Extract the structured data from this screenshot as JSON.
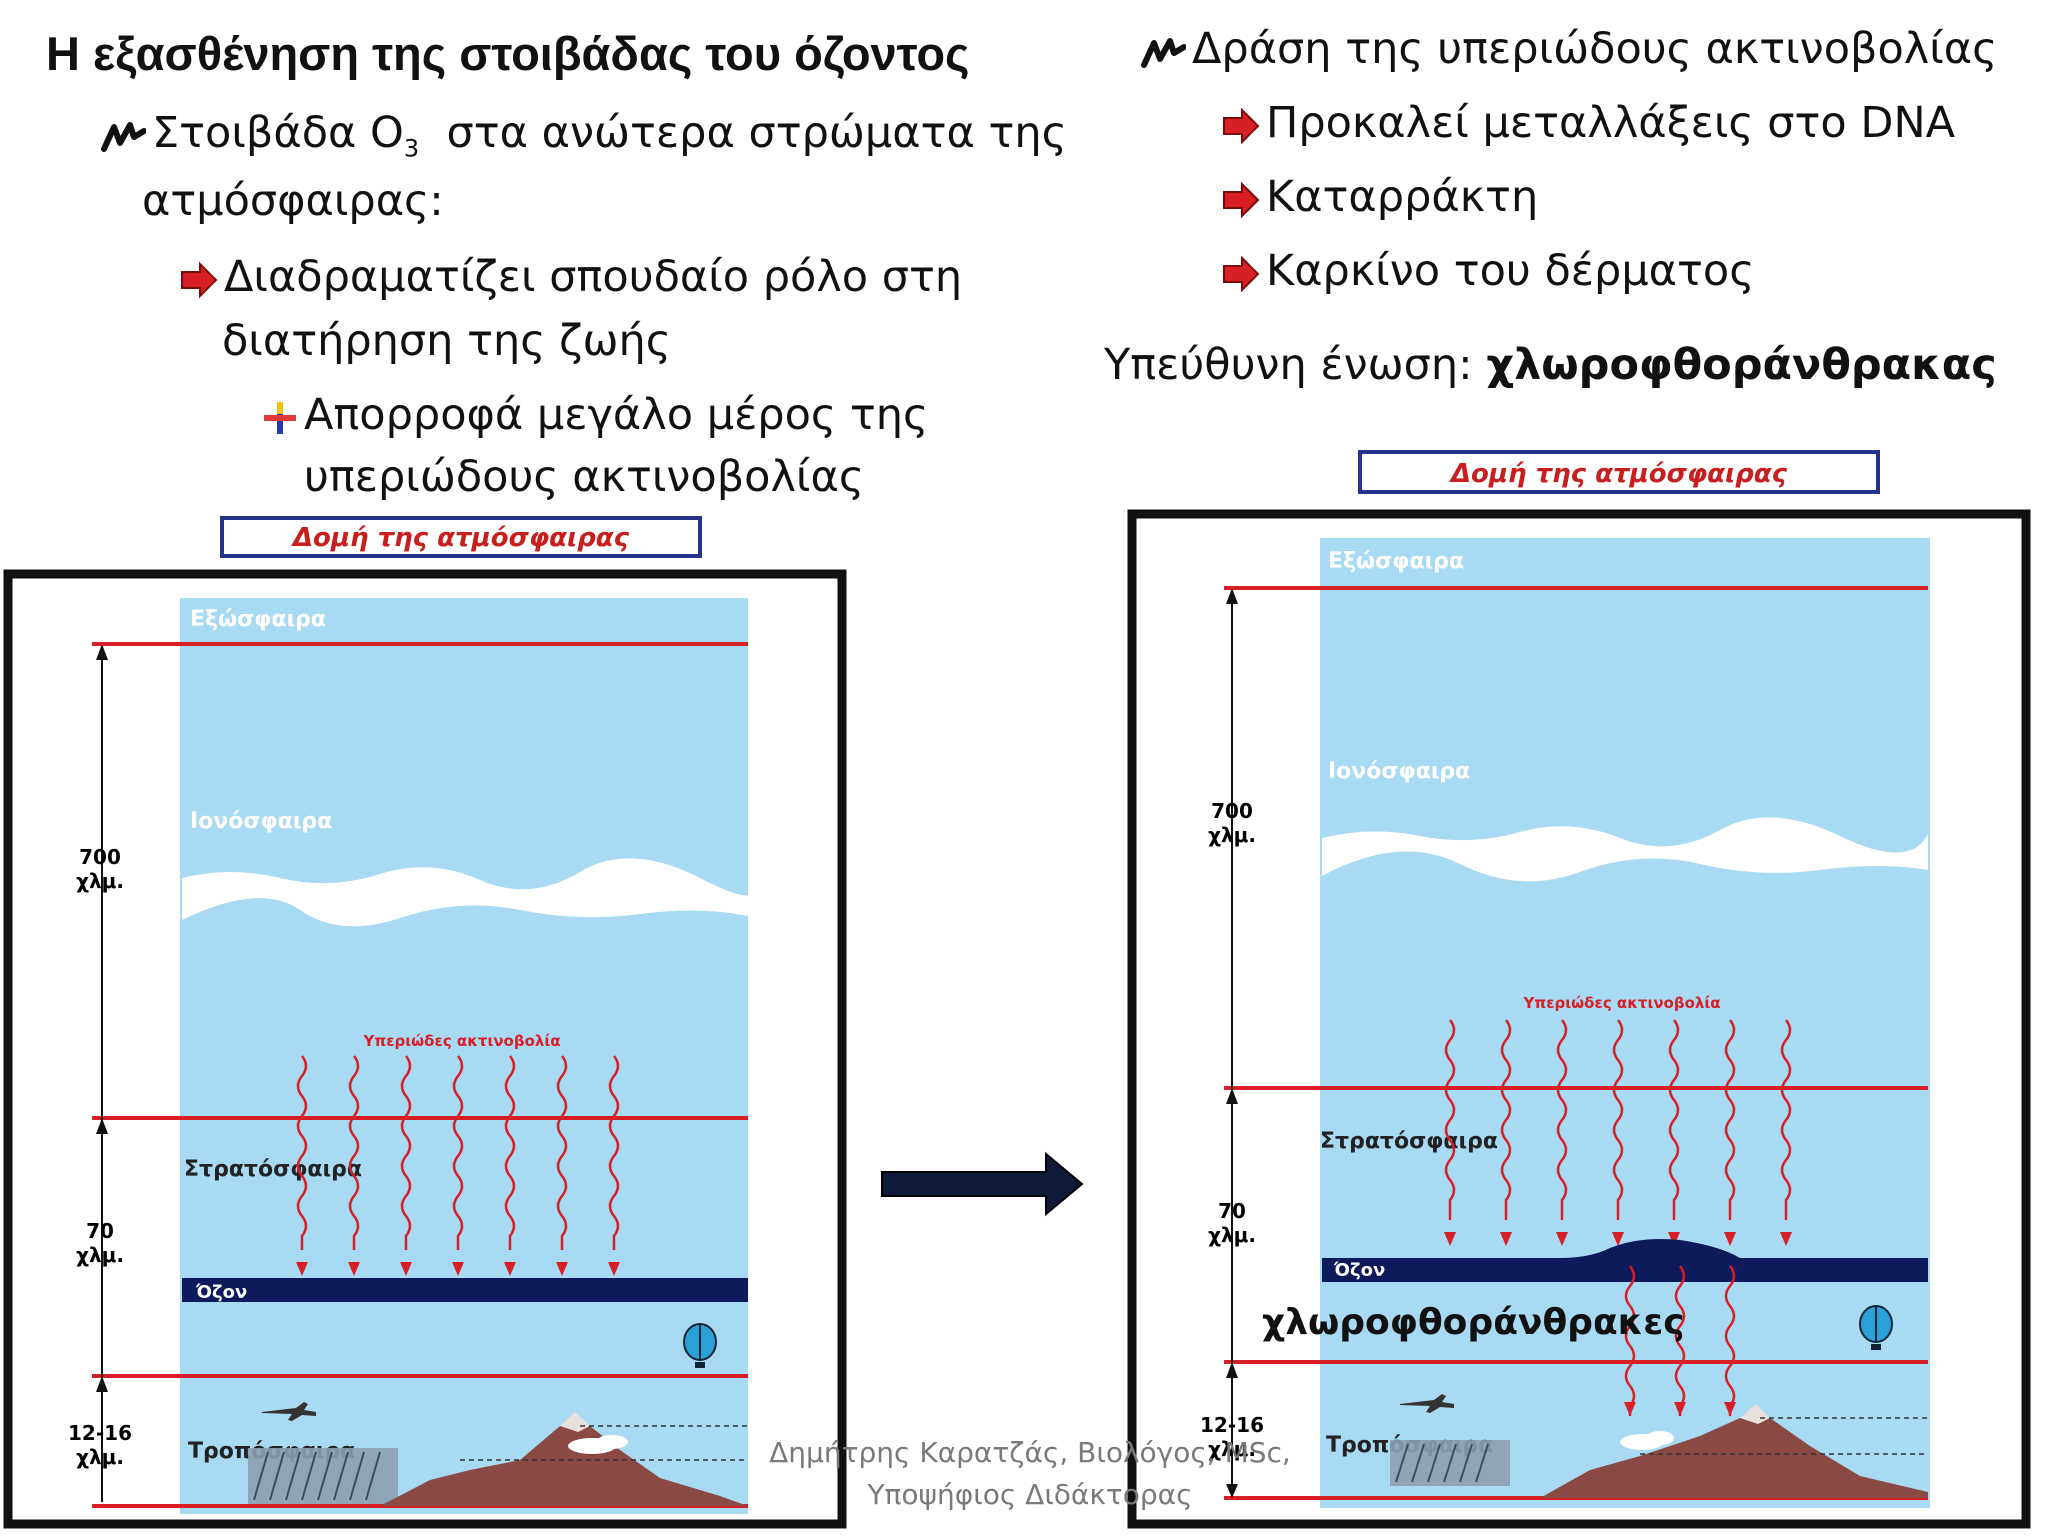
{
  "left": {
    "title": "Η εξασθένηση της στοιβάδας του όζοντος",
    "bullet1_pre": "Στοιβάδα O",
    "bullet1_sub": "3",
    "bullet1_post": "  στα ανώτερα στρώματα της",
    "bullet1_line2": "ατμόσφαιρας:",
    "bullet2_line1": "Διαδραματίζει σπουδαίο ρόλο στη",
    "bullet2_line2": "διατήρηση της ζωής",
    "bullet3_line1": "Απορροφά μεγάλο μέρος της",
    "bullet3_line2": "υπεριώδους ακτινοβολίας"
  },
  "right": {
    "heading": "Δράση της υπεριώδους ακτινοβολίας",
    "items": [
      "Προκαλεί μεταλλάξεις στο DNA",
      "Καταρράκτη",
      "Καρκίνο του δέρματος"
    ],
    "compound_label": "Υπεύθυνη ένωση: ",
    "compound_name": "χλωροφθοράνθρακας"
  },
  "diagram": {
    "box_title": "Δομή της ατμόσφαιρας",
    "exosphere": "Εξώσφαιρα",
    "ionosphere": "Ιονόσφαιρα",
    "stratosphere": "Στρατόσφαιρα",
    "troposphere": "Τροπόσφαιρα",
    "ozone": "Όζον",
    "uv": "Υπεριώδες ακτινοβολία",
    "dist_700_num": "700",
    "dist_70_num": "70",
    "dist_1216_num": "12-16",
    "km": "χλμ.",
    "cfc": "χλωροφθοράνθρακες"
  },
  "colors": {
    "sky": "#a8daf4",
    "red_line": "#d81f26",
    "ozone": "#0d1a5c",
    "mountain": "#8a4a43",
    "frame": "#111111"
  },
  "watermark": {
    "line1": "Δημήτρης Καρατζάς, Βιολόγος, MSc,",
    "line2": "Υποψήφιος Διδάκτορας"
  }
}
